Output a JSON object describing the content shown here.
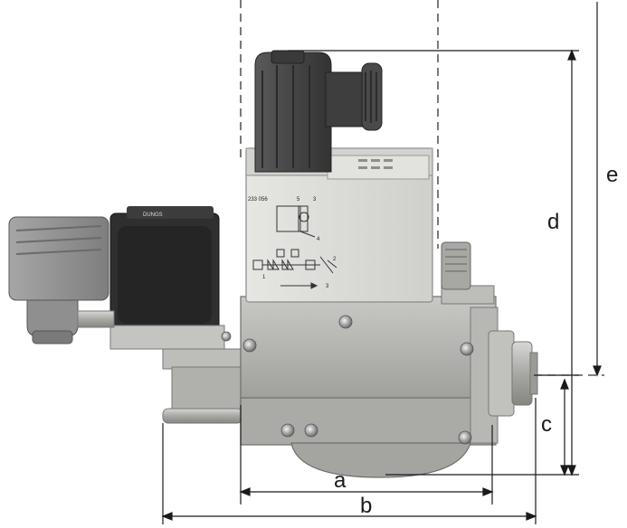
{
  "dimensions": {
    "a": "a",
    "b": "b",
    "c": "c",
    "d": "d",
    "e": "e"
  },
  "device_marking": {
    "part_number": "233 056",
    "terminal_5": "5",
    "terminal_3": "3",
    "terminal_4": "4",
    "terminal_1": "1",
    "terminal_2": "2",
    "terminal_3b": "3"
  },
  "colors": {
    "housing": "#b9b9b6",
    "cover": "#d9d9d6",
    "connector": "#4c4c4c",
    "coil": "#2c2c2c",
    "dimension_lines": "#1a1a1a"
  }
}
